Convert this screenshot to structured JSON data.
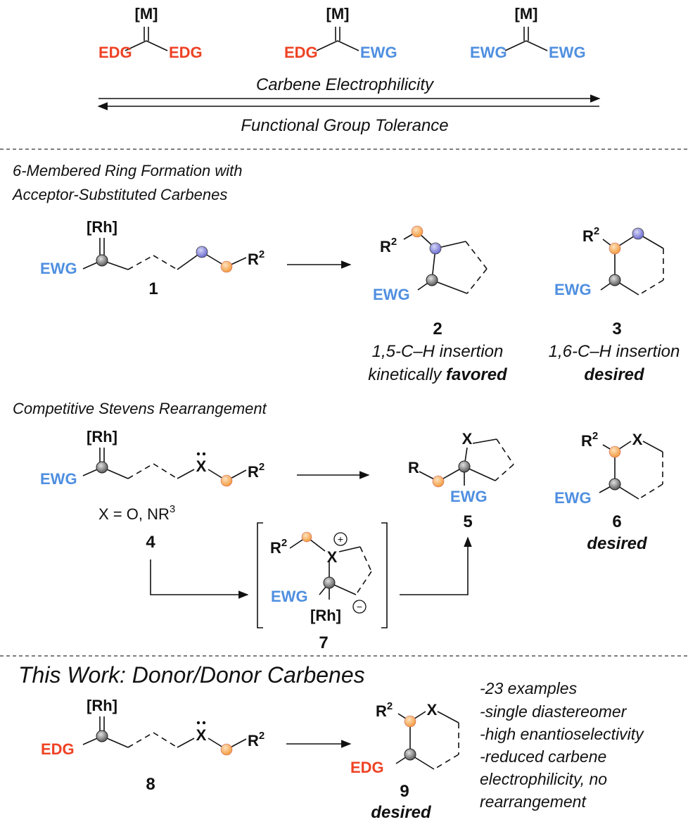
{
  "top": {
    "metal": "[M]",
    "edg": "EDG",
    "ewg": "EWG",
    "electrophilicity": "Carbene Electrophilicity",
    "tolerance": "Functional Group Tolerance"
  },
  "section1": {
    "heading_line1": "6-Membered Ring Formation with",
    "heading_line2": "Acceptor-Substituted Carbenes",
    "rh": "[Rh]",
    "ewg": "EWG",
    "r2": "R",
    "sup2": "2",
    "c1": "1",
    "c2": "2",
    "c3": "3",
    "c2_note1": "1,5-C–H insertion",
    "c2_note2": "kinetically ",
    "c2_note2_bold": "favored",
    "c3_note1": "1,6-C–H insertion",
    "c3_note2": "desired"
  },
  "section2": {
    "heading": "Competitive Stevens Rearrangement",
    "rh": "[Rh]",
    "ewg": "EWG",
    "x": "X",
    "r": "R",
    "r2": "R",
    "sup2": "2",
    "x_def": "X = O, NR",
    "sup3": "3",
    "c4": "4",
    "c5": "5",
    "c6": "6",
    "c7": "7",
    "c6_note": "desired",
    "plus": "+",
    "minus": "−"
  },
  "section3": {
    "heading": "This Work: Donor/Donor Carbenes",
    "rh": "[Rh]",
    "edg": "EDG",
    "x": "X",
    "r2": "R",
    "sup2": "2",
    "c8": "8",
    "c9": "9",
    "c9_note": "desired",
    "bullets": [
      "-23 examples",
      "-single diastereomer",
      "-high enantioselectivity",
      "-reduced carbene",
      "electrophilicity, no",
      "rearrangement"
    ]
  },
  "colors": {
    "edg": "#ee4224",
    "ewg": "#4f8fe0",
    "orange_atom": "#f39a3d",
    "purple_atom": "#7a7ad6",
    "grey_atom": "#8a8a8a"
  }
}
